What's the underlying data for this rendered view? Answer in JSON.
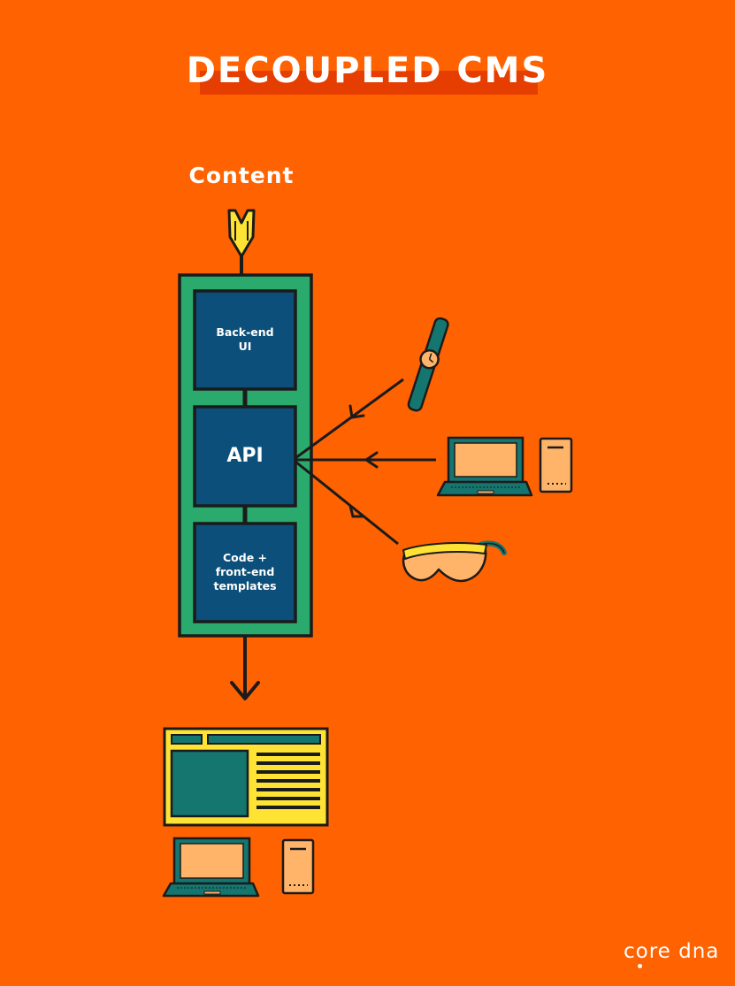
{
  "title": "DECOUPLED CMS",
  "content_label": "Content",
  "boxes": {
    "backend": "Back-end\nUI",
    "api": "API",
    "code": "Code +\nfront-end\ntemplates"
  },
  "brand": "core dna",
  "colors": {
    "background": "#FF6200",
    "title_band": "#E63D00",
    "frame_green": "#2BAA6E",
    "box_blue": "#0B4F7A",
    "screen_yellow": "#FFE334",
    "teal": "#15756F",
    "device_orange": "#FFB469",
    "arrow_yellow": "#FFE334",
    "outline": "#1B1B1B"
  },
  "icons": [
    "smartwatch-icon",
    "laptop-icon",
    "phone-icon",
    "vr-goggles-icon",
    "website-icon"
  ]
}
